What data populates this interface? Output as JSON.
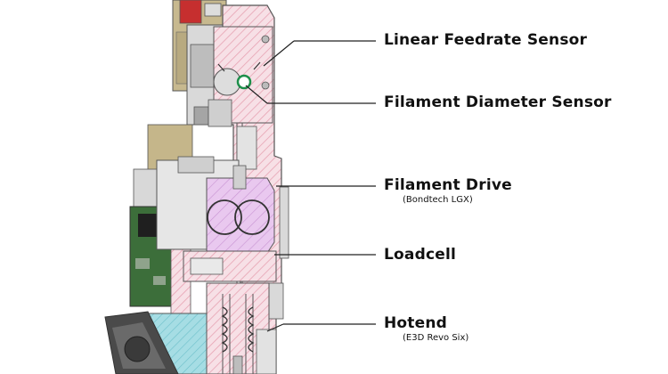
{
  "callouts": [
    {
      "label": "Linear Feedrate Sensor",
      "sublabel": ""
    },
    {
      "label": "Filament Diameter Sensor",
      "sublabel": ""
    },
    {
      "label": "Filament Drive",
      "sublabel": "(Bondtech LGX)"
    },
    {
      "label": "Loadcell",
      "sublabel": ""
    },
    {
      "label": "Hotend",
      "sublabel": "(E3D Revo Six)"
    }
  ],
  "colors": {
    "section_hatch": "#e7a3b3",
    "section_fill": "#f7e0e6",
    "drive_fill": "#e9c8ef",
    "hotend_cyan": "#8fd3dc",
    "pcb_green": "#3c6e3a",
    "body_grey": "#d9d9d9",
    "dark_grey": "#4a4a4a",
    "outline": "#555555",
    "leader": "#222222"
  }
}
